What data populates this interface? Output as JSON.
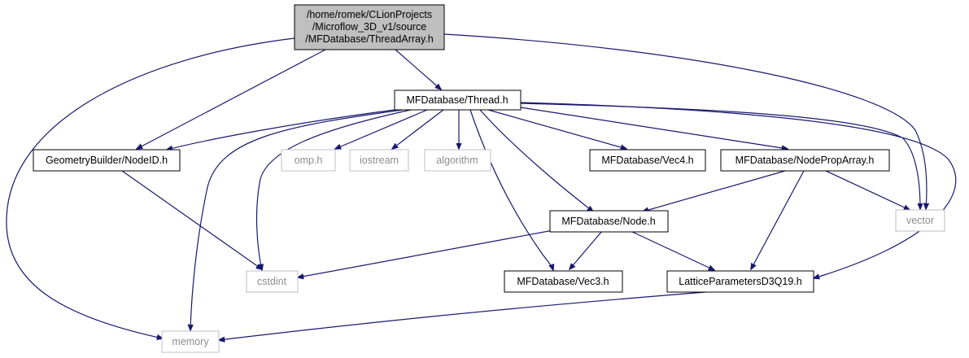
{
  "graph": {
    "root": {
      "line1": "/home/romek/CLionProjects",
      "line2": "/Microflow_3D_v1/source",
      "line3": "/MFDatabase/ThreadArray.h"
    },
    "thread": "MFDatabase/Thread.h",
    "nodeid": "GeometryBuilder/NodeID.h",
    "omp": "omp.h",
    "iostream": "iostream",
    "algorithm": "algorithm",
    "vec4": "MFDatabase/Vec4.h",
    "nodeproparray": "MFDatabase/NodePropArray.h",
    "node": "MFDatabase/Node.h",
    "vector": "vector",
    "cstdint": "cstdint",
    "vec3": "MFDatabase/Vec3.h",
    "lattice": "LatticeParametersD3Q19.h",
    "memory": "memory"
  },
  "colors": {
    "edge": "#191970",
    "root_fill": "#bfbfbf",
    "system_border": "#bfbfbf",
    "system_text": "#8c8c8c"
  }
}
